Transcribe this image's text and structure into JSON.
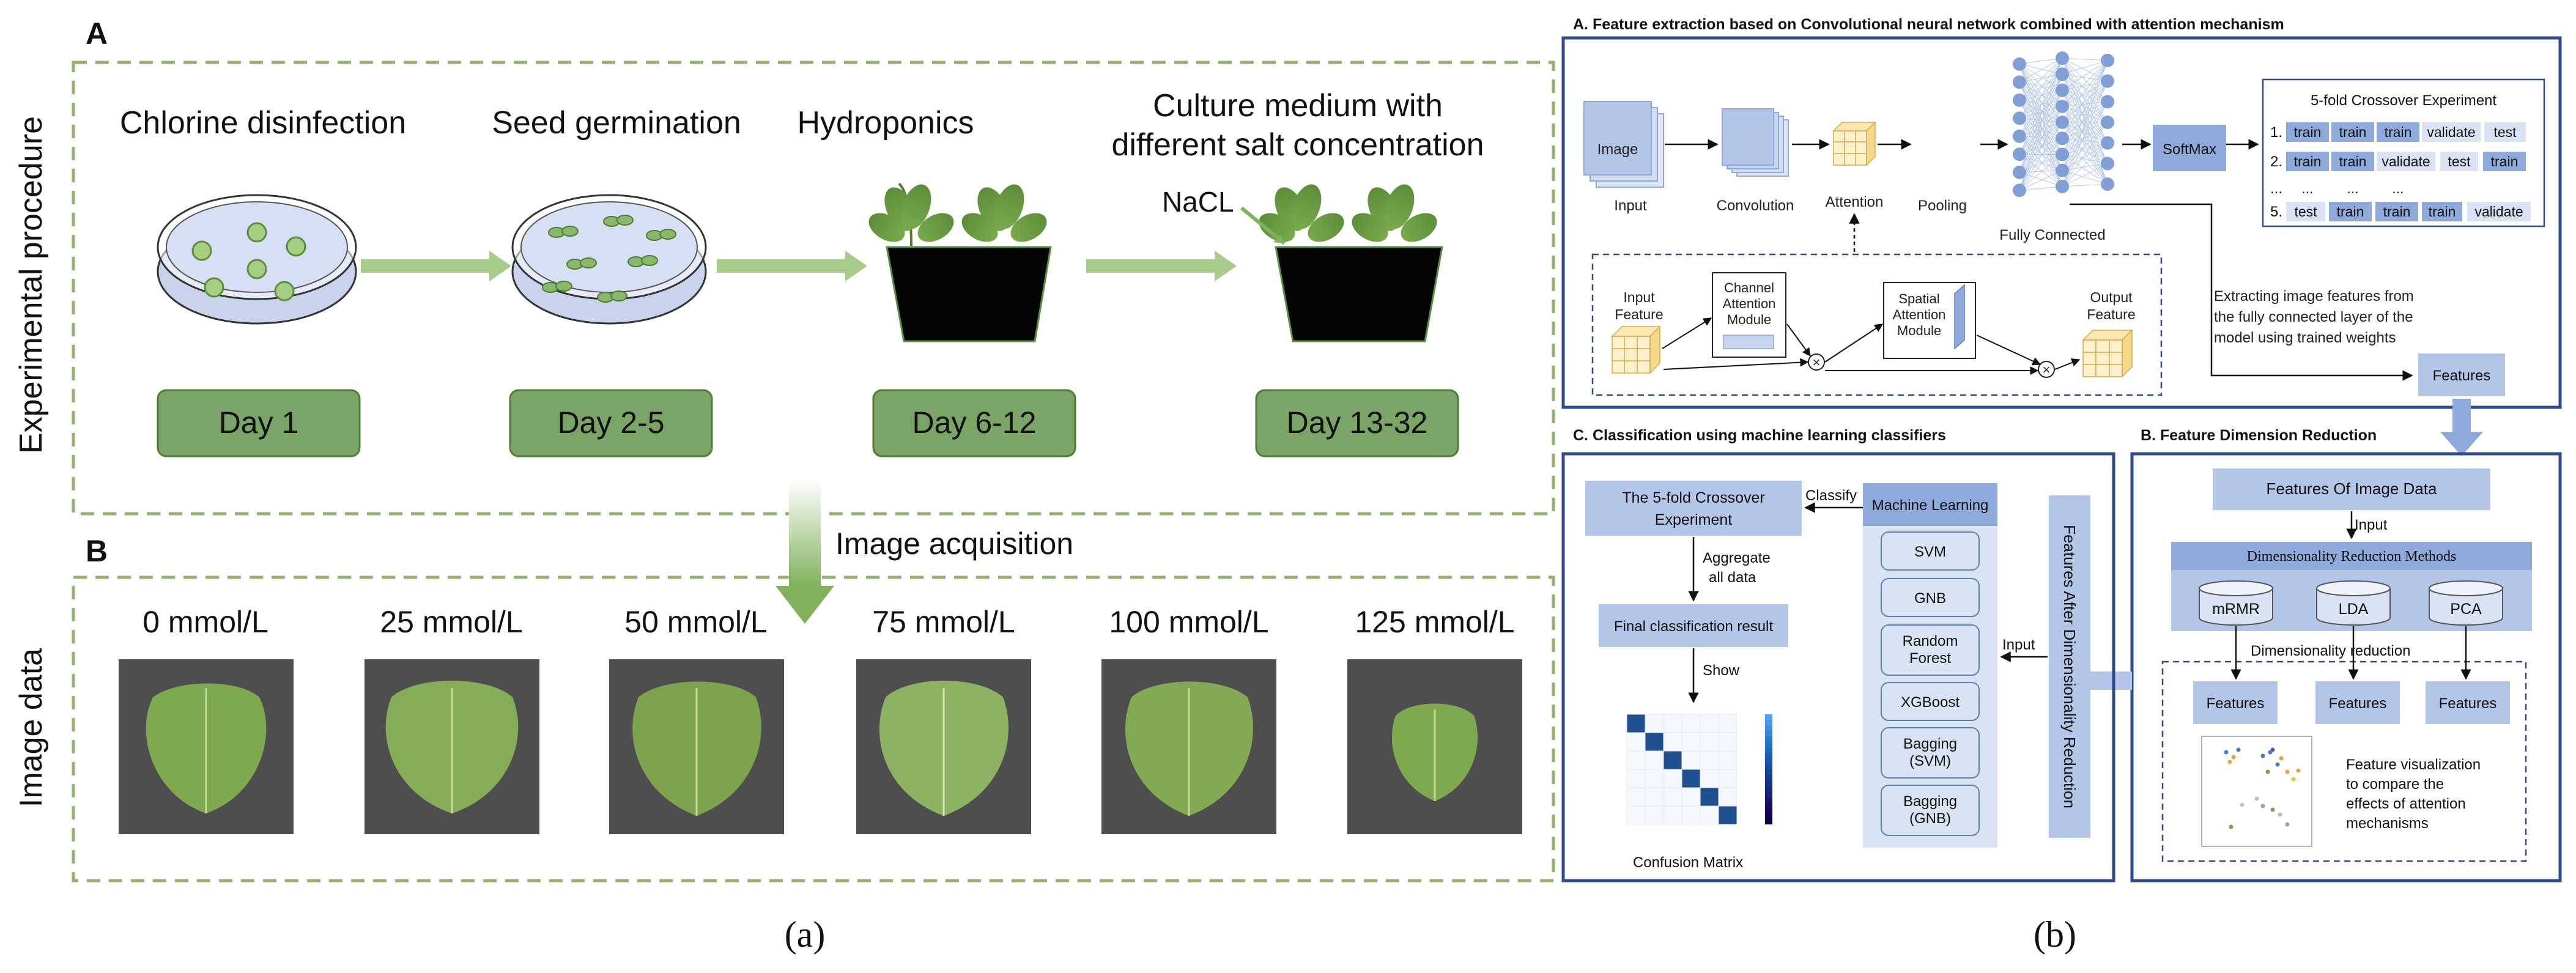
{
  "panel_a": {
    "section_a_letter": "A",
    "section_b_letter": "B",
    "side_label_top": "Experimental procedure",
    "side_label_bottom": "Image data",
    "steps": [
      "Chlorine disinfection",
      "Seed germination",
      "Hydroponics",
      "Culture medium with",
      "different salt concentration"
    ],
    "nacl_label": "NaCL",
    "days": [
      "Day 1",
      "Day 2-5",
      "Day 6-12",
      "Day 13-32"
    ],
    "acquisition_label": "Image acquisition",
    "concentrations": [
      "0 mmol/L",
      "25 mmol/L",
      "50 mmol/L",
      "75 mmol/L",
      "100 mmol/L",
      "125 mmol/L"
    ],
    "caption": "(a)"
  },
  "panel_b": {
    "caption": "(b)",
    "section_a_title": "A.  Feature extraction based on Convolutional neural network combined with attention mechanism",
    "section_b_title": "B.  Feature Dimension Reduction",
    "section_c_title": "C.  Classification using machine learning classifiers",
    "cnn": {
      "image_box": "Image",
      "input": "Input",
      "convolution": "Convolution",
      "attention": "Attention",
      "pooling": "Pooling",
      "fully_connected": "Fully Connected",
      "softmax": "SoftMax"
    },
    "attention_detail": {
      "input_feature": [
        "Input",
        "Feature"
      ],
      "channel_module": [
        "Channel",
        "Attention",
        "Module"
      ],
      "spatial_module": [
        "Spatial",
        "Attention",
        "Module"
      ],
      "output_feature": [
        "Output",
        "Feature"
      ]
    },
    "crossover": {
      "title": "5-fold Crossover Experiment",
      "row_labels": [
        "1.",
        "2.",
        "...",
        "5."
      ],
      "rows": [
        [
          "train",
          "train",
          "train",
          "validate",
          "test"
        ],
        [
          "train",
          "train",
          "validate",
          "test",
          "train"
        ],
        [
          "...",
          "...",
          "...",
          "",
          ""
        ],
        [
          "test",
          "train",
          "train",
          "train",
          "validate"
        ]
      ]
    },
    "extract_text": [
      "Extracting image features from",
      "the fully connected layer of the",
      "model using trained weights"
    ],
    "features_label": "Features",
    "reduction": {
      "image_data": "Features Of Image Data",
      "input": "Input",
      "methods_header": "Dimensionality Reduction Methods",
      "methods": [
        "mRMR",
        "LDA",
        "PCA"
      ],
      "reduction_label": "Dimensionality reduction",
      "features": [
        "Features",
        "Features",
        "Features"
      ],
      "visualization_text": [
        "Feature visualization",
        "to compare the",
        "effects of attention",
        "mechanisms"
      ]
    },
    "classification": {
      "crossover_box": [
        "The 5-fold Crossover",
        "Experiment"
      ],
      "classify": "Classify",
      "aggregate": [
        "Aggregate",
        "all data"
      ],
      "final_result": "Final classification result",
      "show": "Show",
      "confusion_matrix": "Confusion Matrix",
      "ml_header": "Machine Learning",
      "classifiers": [
        [
          "SVM"
        ],
        [
          "GNB"
        ],
        [
          "Random",
          "Forest"
        ],
        [
          "XGBoost"
        ],
        [
          "Bagging",
          "(SVM)"
        ],
        [
          "Bagging",
          "(GNB)"
        ]
      ],
      "input": "Input",
      "vertical_box": "Features After Dimensionality Reduction"
    }
  },
  "colors": {
    "dashed_green": "#8fb36d",
    "green_box": "#7aa567",
    "leaf_green": "#8ab86a",
    "navy_frame": "#2e4b8f",
    "light_blue": "#b3c6e7",
    "mid_blue": "#8ea9db",
    "train_blue": "#8eaadb",
    "validate_blue": "#dae3f3"
  }
}
